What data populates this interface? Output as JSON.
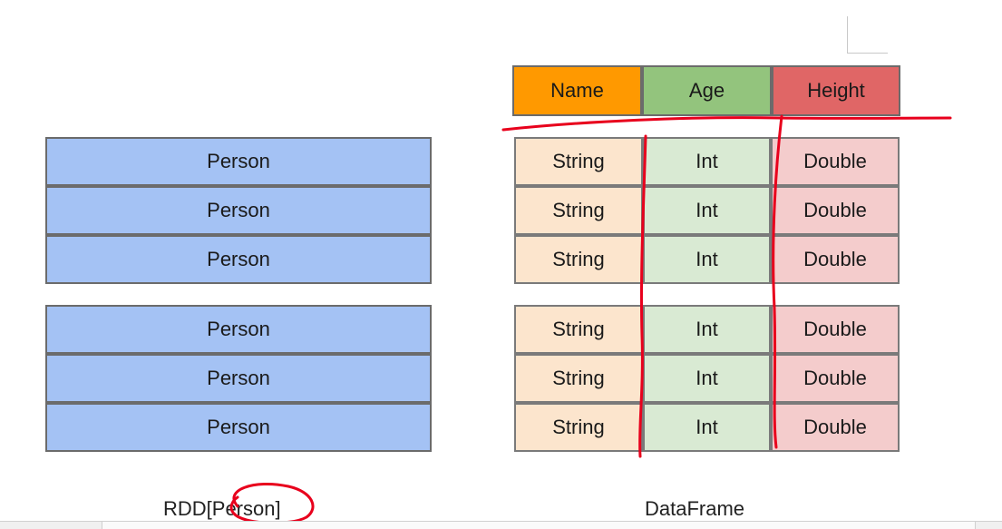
{
  "rdd": {
    "cells": [
      "Person",
      "Person",
      "Person",
      "Person",
      "Person",
      "Person"
    ],
    "caption": "RDD[Person]"
  },
  "dataframe": {
    "headers": [
      "Name",
      "Age",
      "Height"
    ],
    "header_colors": [
      "#ff9900",
      "#93c47d",
      "#e06666"
    ],
    "rows": [
      [
        "String",
        "Int",
        "Double"
      ],
      [
        "String",
        "Int",
        "Double"
      ],
      [
        "String",
        "Int",
        "Double"
      ],
      [
        "String",
        "Int",
        "Double"
      ],
      [
        "String",
        "Int",
        "Double"
      ],
      [
        "String",
        "Int",
        "Double"
      ]
    ],
    "caption": "DataFrame"
  },
  "annotation_color": "#e8001c"
}
